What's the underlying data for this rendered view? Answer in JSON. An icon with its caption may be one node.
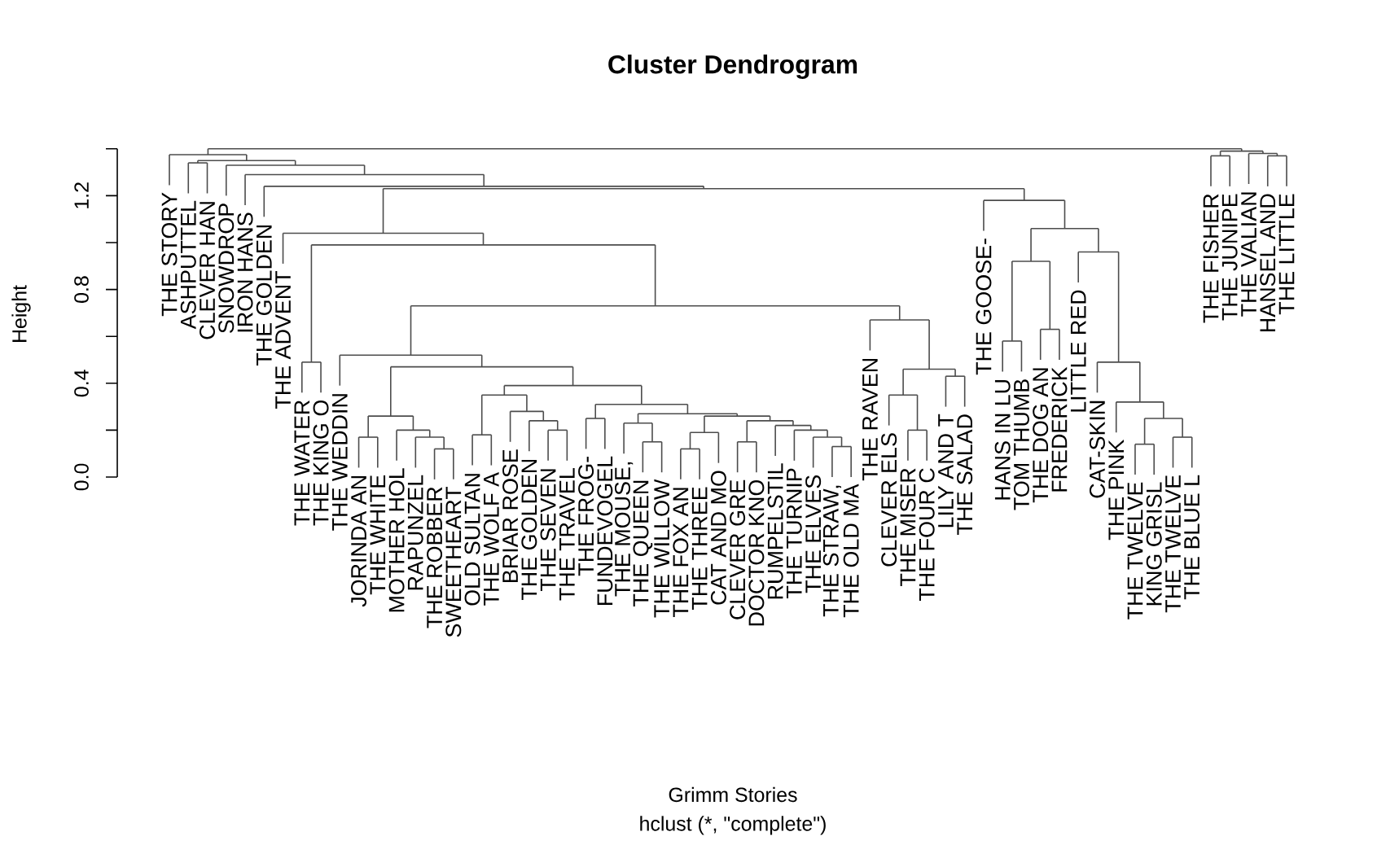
{
  "diagram": {
    "title": "Cluster Dendrogram",
    "caption": "hclust (*, \"complete\")",
    "labels": [
      "0.0",
      "0.4",
      "0.8",
      "1.2",
      "Height",
      "THE STORY",
      "ASHPUTTEL",
      "CLEVER HAN",
      "SNOWDROP",
      "IRON HANS",
      "THE GOLDEN",
      "THE ADVENT",
      "THE WATER",
      "THE KING O",
      "THE WEDDIN",
      "JORINDA AN",
      "THE WHITE",
      "MOTHER HOL",
      "RAPUNZEL",
      "THE ROBBER",
      "SWEETHEART",
      "OLD SULTAN",
      "THE WOLF A",
      "BRIAR ROSE",
      "THE GOLDEN",
      "THE SEVEN",
      "THE TRAVEL",
      "THE FROG-",
      "FUNDEVOGEL",
      "THE MOUSE,",
      "THE QUEEN",
      "THE WILLOW",
      "THE FOX AN",
      "THE THREE",
      "CAT AND MO",
      "CLEVER GRE",
      "DOCTOR KNO",
      "RUMPELSTIL",
      "THE TURNIP",
      "THE ELVES",
      "THE STRAW,",
      "THE OLD MA",
      "THE RAVEN",
      "CLEVER ELS",
      "THE MISER",
      "THE FOUR C",
      "LILY AND T",
      "THE SALAD",
      "THE GOOSE-",
      "HANS IN LU",
      "TOM THUMB",
      "THE DOG AN",
      "FREDERICK",
      "LITTLE RED",
      "CAT-SKIN",
      "THE PINK",
      "THE TWELVE",
      "KING GRISL",
      "THE TWELVE",
      "THE BLUE L",
      "THE FISHER",
      "THE JUNIPE",
      "THE VALIAN",
      "HANSEL AND",
      "THE LITTLE",
      "Grimm Stories"
    ]
  }
}
